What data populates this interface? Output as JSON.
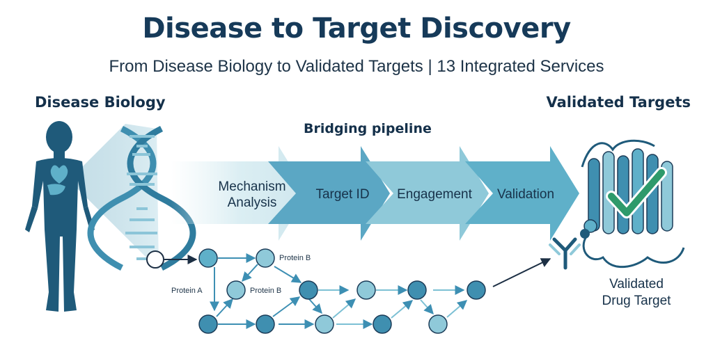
{
  "header": {
    "title": "Disease to Target Discovery",
    "subtitle": "From Disease Biology to Validated Targets | 13 Integrated Services"
  },
  "labels": {
    "left": "Disease Biology",
    "right": "Validated Targets",
    "pipeline": "Bridging pipeline"
  },
  "pipeline": {
    "stages": [
      {
        "line1": "Mechanism",
        "line2": "Analysis"
      },
      {
        "line1": "Target ID",
        "line2": ""
      },
      {
        "line1": "Engagement",
        "line2": ""
      },
      {
        "line1": "Validation",
        "line2": ""
      }
    ]
  },
  "network": {
    "labels": [
      "Protein B",
      "Protein A",
      "Protein B"
    ]
  },
  "target": {
    "line1": "Validated",
    "line2": "Drug Target"
  },
  "colors": {
    "title": "#163a59",
    "body_silhouette": "#1f5a7a",
    "dna": "#3f8fb0",
    "arrow_1": "#cfe8ee",
    "arrow_2": "#5ba7c4",
    "arrow_3": "#8fc9d9",
    "arrow_4": "#5fb0c9",
    "node": "#5fb0c9",
    "check": "#2e9a6b"
  }
}
